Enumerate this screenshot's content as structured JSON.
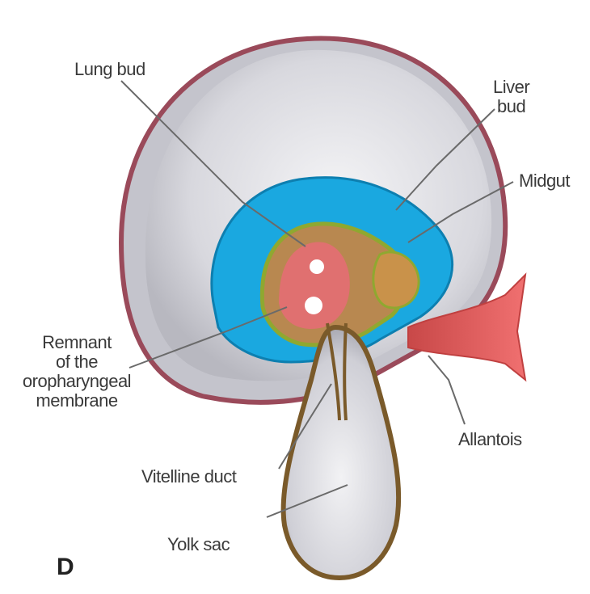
{
  "figure": {
    "panel_letter": "D",
    "colors": {
      "body_wall": "#9a4a5a",
      "cavity": "#e6e6ea",
      "endoderm_blue": "#1aa8e0",
      "gut_lining": "#8fa830",
      "allantois": "#e05858",
      "yolk_sac_outline": "#7a5a2a"
    },
    "labels": {
      "lung_bud": "Lung bud",
      "liver_bud_line1": "Liver",
      "liver_bud_line2": "bud",
      "midgut": "Midgut",
      "remnant_line1": "Remnant",
      "remnant_line2": "of the",
      "remnant_line3": "oropharyngeal",
      "remnant_line4": "membrane",
      "allantois": "Allantois",
      "vitelline_duct": "Vitelline duct",
      "yolk_sac": "Yolk sac"
    }
  }
}
